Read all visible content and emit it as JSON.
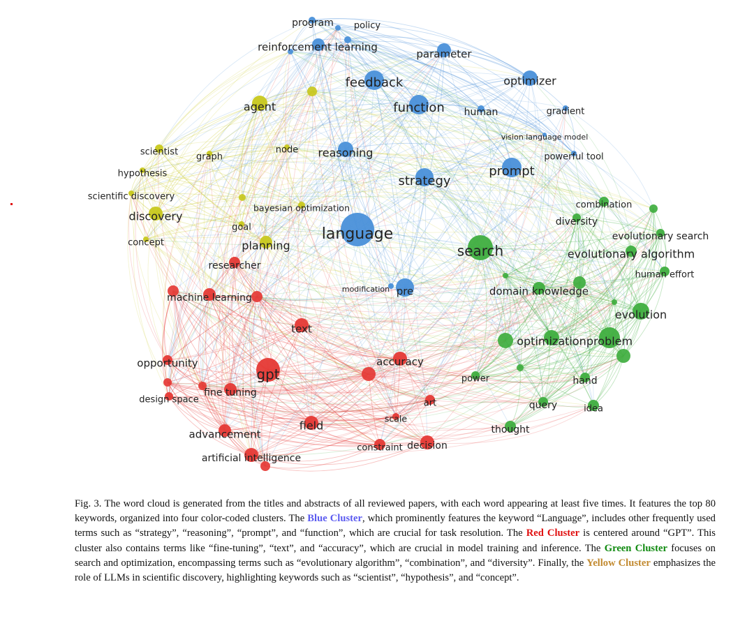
{
  "diagram": {
    "type": "keyword co-occurrence network",
    "clusters": {
      "blue": {
        "color": "#4a90d9"
      },
      "red": {
        "color": "#e53935"
      },
      "green": {
        "color": "#3fae3f"
      },
      "yellow": {
        "color": "#c8c81e"
      }
    },
    "nodes": [
      {
        "id": "program",
        "label": "program",
        "cluster": "blue",
        "weight": 2
      },
      {
        "id": "policy",
        "label": "policy",
        "cluster": "blue",
        "weight": 2
      },
      {
        "id": "rl",
        "label": "reinforcement learning",
        "cluster": "blue",
        "weight": 3
      },
      {
        "id": "parameter",
        "label": "parameter",
        "cluster": "blue",
        "weight": 3
      },
      {
        "id": "feedback",
        "label": "feedback",
        "cluster": "blue",
        "weight": 5
      },
      {
        "id": "function",
        "label": "function",
        "cluster": "blue",
        "weight": 5
      },
      {
        "id": "human",
        "label": "human",
        "cluster": "blue",
        "weight": 2
      },
      {
        "id": "optimizer",
        "label": "optimizer",
        "cluster": "blue",
        "weight": 3
      },
      {
        "id": "gradient",
        "label": "gradient",
        "cluster": "blue",
        "weight": 2
      },
      {
        "id": "vlm",
        "label": "vision language model",
        "cluster": "blue",
        "weight": 1
      },
      {
        "id": "powerful_tool",
        "label": "powerful tool",
        "cluster": "blue",
        "weight": 1
      },
      {
        "id": "reasoning",
        "label": "reasoning",
        "cluster": "blue",
        "weight": 4
      },
      {
        "id": "strategy",
        "label": "strategy",
        "cluster": "blue",
        "weight": 5
      },
      {
        "id": "prompt",
        "label": "prompt",
        "cluster": "blue",
        "weight": 5
      },
      {
        "id": "language",
        "label": "language",
        "cluster": "blue",
        "weight": 8
      },
      {
        "id": "modification",
        "label": "modification",
        "cluster": "blue",
        "weight": 1
      },
      {
        "id": "pre",
        "label": "pre",
        "cluster": "blue",
        "weight": 4
      },
      {
        "id": "agent",
        "label": "agent",
        "cluster": "yellow",
        "weight": 4
      },
      {
        "id": "scientist",
        "label": "scientist",
        "cluster": "yellow",
        "weight": 2
      },
      {
        "id": "graph",
        "label": "graph",
        "cluster": "yellow",
        "weight": 2
      },
      {
        "id": "node",
        "label": "node",
        "cluster": "yellow",
        "weight": 2
      },
      {
        "id": "hypothesis",
        "label": "hypothesis",
        "cluster": "yellow",
        "weight": 2
      },
      {
        "id": "scientific_discovery",
        "label": "scientific discovery",
        "cluster": "yellow",
        "weight": 2
      },
      {
        "id": "discovery",
        "label": "discovery",
        "cluster": "yellow",
        "weight": 4
      },
      {
        "id": "bayesian",
        "label": "bayesian optimization",
        "cluster": "yellow",
        "weight": 2
      },
      {
        "id": "goal",
        "label": "goal",
        "cluster": "yellow",
        "weight": 2
      },
      {
        "id": "concept",
        "label": "concept",
        "cluster": "yellow",
        "weight": 2
      },
      {
        "id": "planning",
        "label": "planning",
        "cluster": "yellow",
        "weight": 3
      },
      {
        "id": "researcher",
        "label": "researcher",
        "cluster": "red",
        "weight": 2
      },
      {
        "id": "ml",
        "label": "machine learning",
        "cluster": "red",
        "weight": 3
      },
      {
        "id": "text",
        "label": "text",
        "cluster": "red",
        "weight": 4
      },
      {
        "id": "opportunity",
        "label": "opportunity",
        "cluster": "red",
        "weight": 3
      },
      {
        "id": "gpt",
        "label": "gpt",
        "cluster": "red",
        "weight": 7
      },
      {
        "id": "accuracy",
        "label": "accuracy",
        "cluster": "red",
        "weight": 4
      },
      {
        "id": "fine_tuning",
        "label": "fine tuning",
        "cluster": "red",
        "weight": 3
      },
      {
        "id": "design_space",
        "label": "design space",
        "cluster": "red",
        "weight": 2
      },
      {
        "id": "art",
        "label": "art",
        "cluster": "red",
        "weight": 2
      },
      {
        "id": "scale",
        "label": "scale",
        "cluster": "red",
        "weight": 2
      },
      {
        "id": "field",
        "label": "field",
        "cluster": "red",
        "weight": 4
      },
      {
        "id": "advancement",
        "label": "advancement",
        "cluster": "red",
        "weight": 3
      },
      {
        "id": "constraint",
        "label": "constraint",
        "cluster": "red",
        "weight": 2
      },
      {
        "id": "decision",
        "label": "decision",
        "cluster": "red",
        "weight": 3
      },
      {
        "id": "ai",
        "label": "artificial intelligence",
        "cluster": "red",
        "weight": 3
      },
      {
        "id": "search",
        "label": "search",
        "cluster": "green",
        "weight": 6
      },
      {
        "id": "combination",
        "label": "combination",
        "cluster": "green",
        "weight": 2
      },
      {
        "id": "diversity",
        "label": "diversity",
        "cluster": "green",
        "weight": 2
      },
      {
        "id": "evo_search",
        "label": "evolutionary search",
        "cluster": "green",
        "weight": 2
      },
      {
        "id": "evo_alg",
        "label": "evolutionary algorithm",
        "cluster": "green",
        "weight": 3
      },
      {
        "id": "human_effort",
        "label": "human effort",
        "cluster": "green",
        "weight": 2
      },
      {
        "id": "domain_knowledge",
        "label": "domain knowledge",
        "cluster": "green",
        "weight": 3
      },
      {
        "id": "evolution",
        "label": "evolution",
        "cluster": "green",
        "weight": 4
      },
      {
        "id": "optimization",
        "label": "optimization",
        "cluster": "green",
        "weight": 4
      },
      {
        "id": "problem",
        "label": "problem",
        "cluster": "green",
        "weight": 5
      },
      {
        "id": "power",
        "label": "power",
        "cluster": "green",
        "weight": 2
      },
      {
        "id": "hand",
        "label": "hand",
        "cluster": "green",
        "weight": 2
      },
      {
        "id": "query",
        "label": "query",
        "cluster": "green",
        "weight": 2
      },
      {
        "id": "idea",
        "label": "idea",
        "cluster": "green",
        "weight": 2
      },
      {
        "id": "thought",
        "label": "thought",
        "cluster": "green",
        "weight": 2
      }
    ]
  },
  "caption": {
    "p1": "Fig. 3.  The word cloud is generated from the titles and abstracts of all reviewed papers, with each word appearing at least five times. It features the top 80 keywords, organized into four color-coded clusters. The ",
    "blue": "Blue Cluster",
    "p2": ", which prominently features the keyword “Language”, includes other frequently used terms such as “strategy”, “reasoning”, “prompt”, and “function”, which are crucial for task resolution. The ",
    "red": "Red Cluster",
    "p3": " is centered around “GPT”. This cluster also contains terms like “fine-tuning”, “text”, and “accuracy”, which are crucial in model training and inference. The ",
    "green": "Green Cluster",
    "p4": " focuses on search and optimization, encompassing terms such as “evolutionary algorithm”, “combination”, and “diversity”. Finally, the ",
    "yellow": "Yellow Cluster",
    "p5": " emphasizes the role of LLMs in scientific discovery, highlighting keywords such as “scientist”, “hypothesis”, and “concept”."
  }
}
